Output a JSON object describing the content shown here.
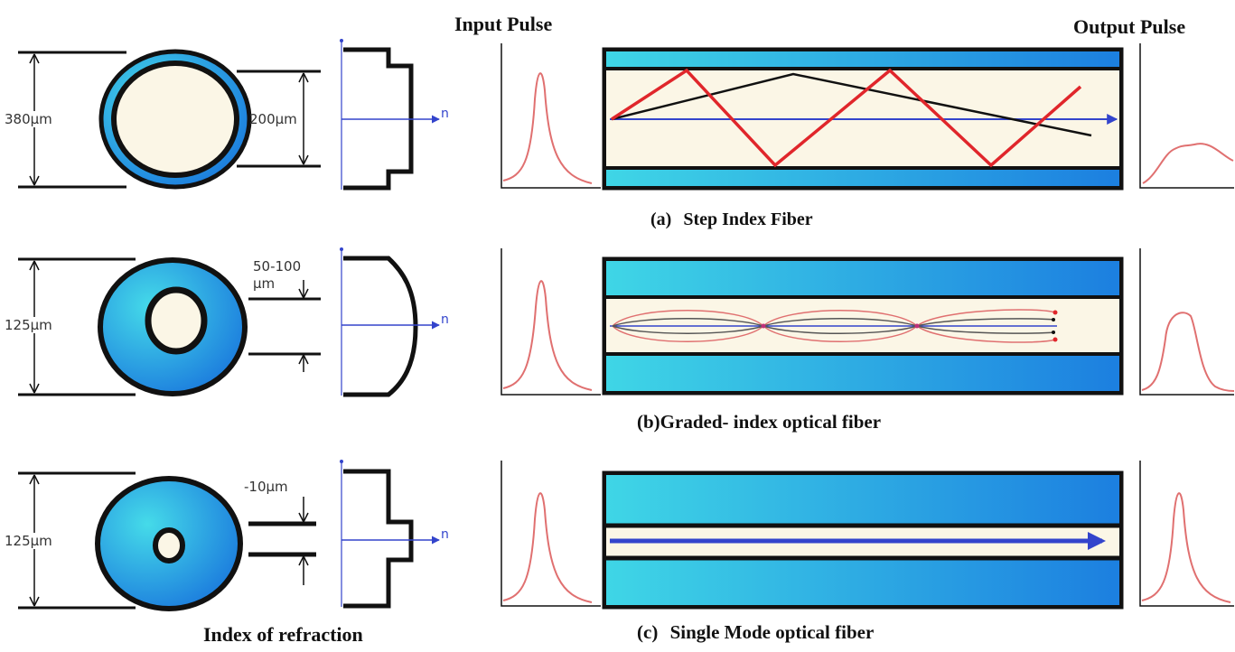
{
  "headings": {
    "input_pulse": "Input Pulse",
    "output_pulse": "Output Pulse",
    "index_of_refraction": "Index of refraction"
  },
  "fibers": [
    {
      "id": "step-index",
      "caption_letter": "(a)",
      "caption_text": "Step Index Fiber",
      "outer_diameter": "380µm",
      "core_diameter": "200µm",
      "axis_label": "n"
    },
    {
      "id": "graded-index",
      "caption_letter": "(b)",
      "caption_text": "Graded- index optical fiber",
      "outer_diameter": "125µm",
      "core_diameter": "50-100",
      "core_unit": "µm",
      "axis_label": "n"
    },
    {
      "id": "single-mode",
      "caption_letter": "(c)",
      "caption_text": "Single Mode optical fiber",
      "outer_diameter": "125µm",
      "core_diameter": "-10µm",
      "axis_label": "n"
    }
  ],
  "colors": {
    "cladding_light": "#3fd6e6",
    "cladding_dark": "#1c7fe0",
    "core": "#fbf6e6",
    "ray_red": "#e0262b",
    "ray_black": "#111111",
    "axis_blue": "#3344cc",
    "pulse_red": "#e07070"
  }
}
